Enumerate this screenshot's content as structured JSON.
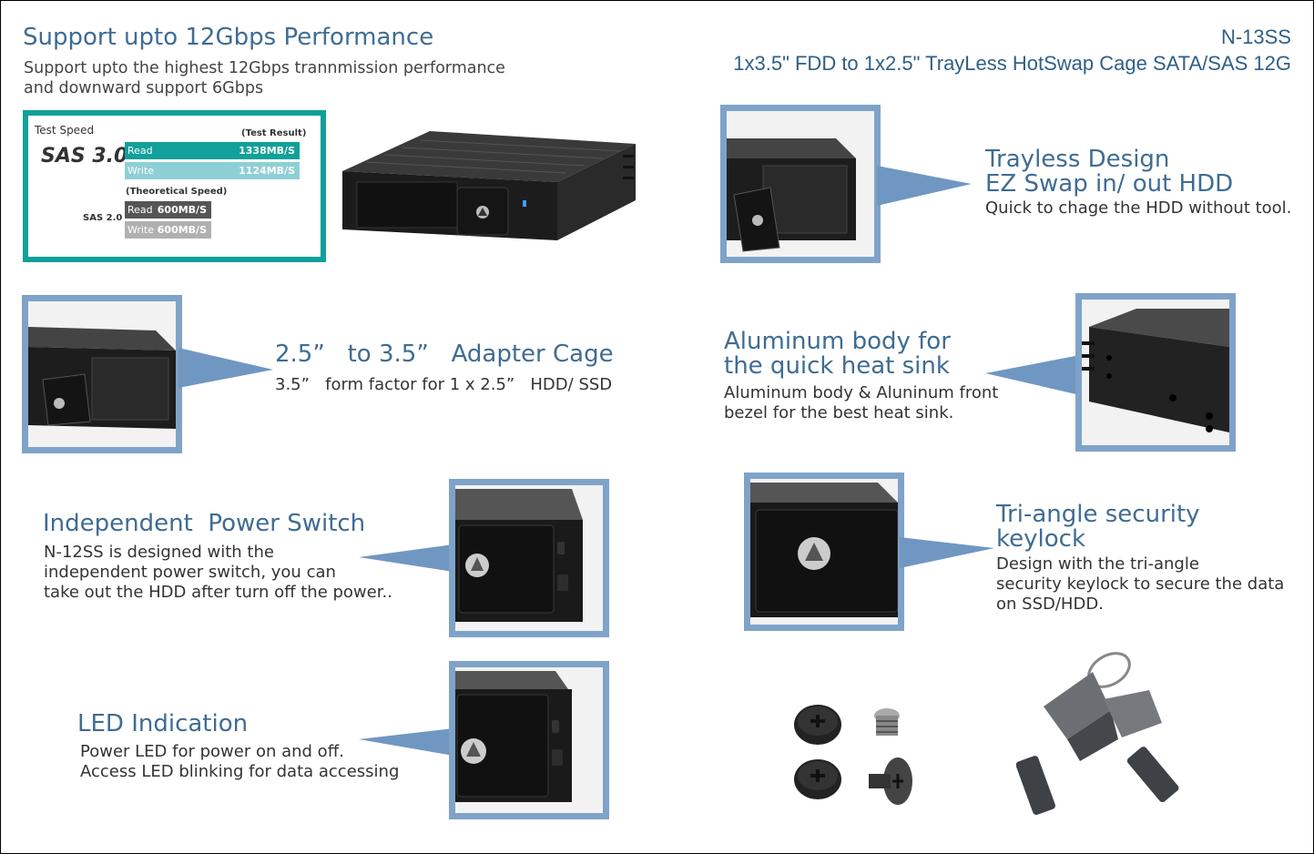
{
  "header": {
    "title": "Support upto 12Gbps Performance",
    "subtitle_lines": [
      "Support upto the highest 12Gbps trannmission performance",
      "and downward support 6Gbps"
    ],
    "model_code": "N-13SS",
    "model_desc": "1x3.5\" FDD to 1x2.5\" TrayLess HotSwap Cage SATA/SAS 12G"
  },
  "speed_test": {
    "test_speed_label": "Test Speed",
    "sas3_label": "SAS 3.0",
    "test_result_label": "(Test Result)",
    "sas3_read_label": "Read",
    "sas3_read_value": "1338MB/S",
    "sas3_write_label": "Write",
    "sas3_write_value": "1124MB/S",
    "theoretical_label": "(Theoretical Speed)",
    "sas2_label": "SAS 2.0",
    "sas2_read_label": "Read",
    "sas2_read_value": "600MB/S",
    "sas2_write_label": "Write",
    "sas2_write_value": "600MB/S",
    "colors": {
      "frame": "#11a09a",
      "read3": "#11a09a",
      "write3": "#8ecfd6",
      "read2": "#555555",
      "write2": "#b0b0b0"
    }
  },
  "features": [
    {
      "title_lines": [
        "Trayless Design",
        "EZ Swap in/ out HDD"
      ],
      "body_lines": [
        "Quick to chage the HDD without tool."
      ]
    },
    {
      "title_lines": [
        "2.5”   to 3.5”   Adapter Cage"
      ],
      "body_lines": [
        "3.5”   form factor for 1 x 2.5”   HDD/ SSD"
      ]
    },
    {
      "title_lines": [
        "Aluminum body for",
        "the quick heat sink"
      ],
      "body_lines": [
        "Aluminum body & Aluninum front",
        "bezel for the best heat sink."
      ]
    },
    {
      "title_lines": [
        "Independent  Power Switch"
      ],
      "body_lines": [
        "N-12SS is designed with the",
        "independent power switch, you can",
        "take out the HDD after turn off the power.."
      ]
    },
    {
      "title_lines": [
        "Tri-angle security",
        "keylock"
      ],
      "body_lines": [
        "Design with the tri-angle",
        "security keylock to secure the data",
        "on SSD/HDD."
      ]
    },
    {
      "title_lines": [
        "LED Indication"
      ],
      "body_lines": [
        "Power LED for power on and off.",
        "Access LED blinking for data accessing"
      ]
    }
  ],
  "colors": {
    "title_blue": "#3f6c93",
    "photo_border": "#7fa3c8",
    "callout": "#6f97c2",
    "teal": "#11a09a"
  }
}
